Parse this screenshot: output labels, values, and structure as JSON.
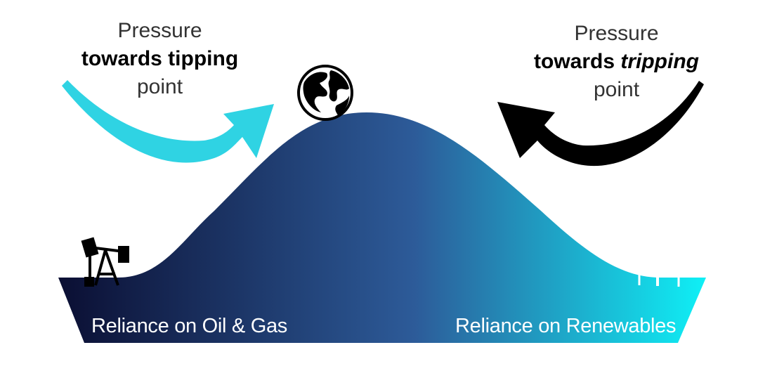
{
  "left_caption": {
    "line1": "Pressure",
    "line2": "towards tipping",
    "line3": "point"
  },
  "right_caption": {
    "line1": "Pressure",
    "line2_prefix": "towards ",
    "line2_emphasis": "tripping",
    "line3": "point"
  },
  "base_labels": {
    "left": "Reliance on Oil & Gas",
    "right": "Reliance on Renewables"
  },
  "icons": {
    "globe": "globe-icon",
    "oil_pump": "oil-pumpjack-icon",
    "wind_turbines": "wind-turbines-icon"
  },
  "colors": {
    "hill_dark": "#0b0f33",
    "hill_mid": "#2d5b99",
    "hill_light": "#0ff0f6",
    "arrow_left": "#2fd3e3",
    "arrow_right": "#000000"
  }
}
